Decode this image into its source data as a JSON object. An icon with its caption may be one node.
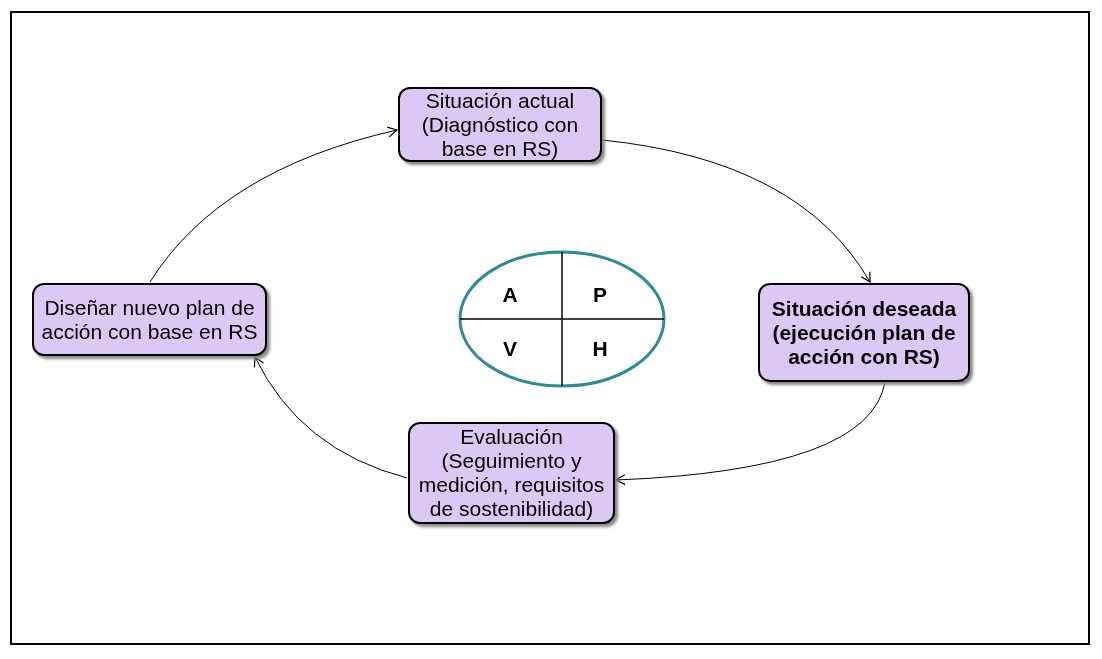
{
  "diagram": {
    "nodes": [
      {
        "text": [
          "Situación actual (Diagnóstico con base en RS)"
        ]
      },
      {
        "text": [
          "Situación deseada (ejecución plan de acción con RS)"
        ]
      },
      {
        "text": [
          "Evaluación (Seguimiento y medición, requisitos de sostenibilidad)"
        ]
      },
      {
        "text": [
          "Diseñar nuevo plan de acción con base en RS"
        ]
      },
      {
        "text": [
          "A",
          "P",
          "V",
          "H"
        ]
      }
    ],
    "edges": [
      {
        "from": 0,
        "to": 1,
        "arrow": "to"
      },
      {
        "from": 1,
        "to": 2,
        "arrow": "to"
      },
      {
        "from": 2,
        "to": 3,
        "arrow": "to"
      },
      {
        "from": 3,
        "to": 0,
        "arrow": "to"
      }
    ]
  }
}
